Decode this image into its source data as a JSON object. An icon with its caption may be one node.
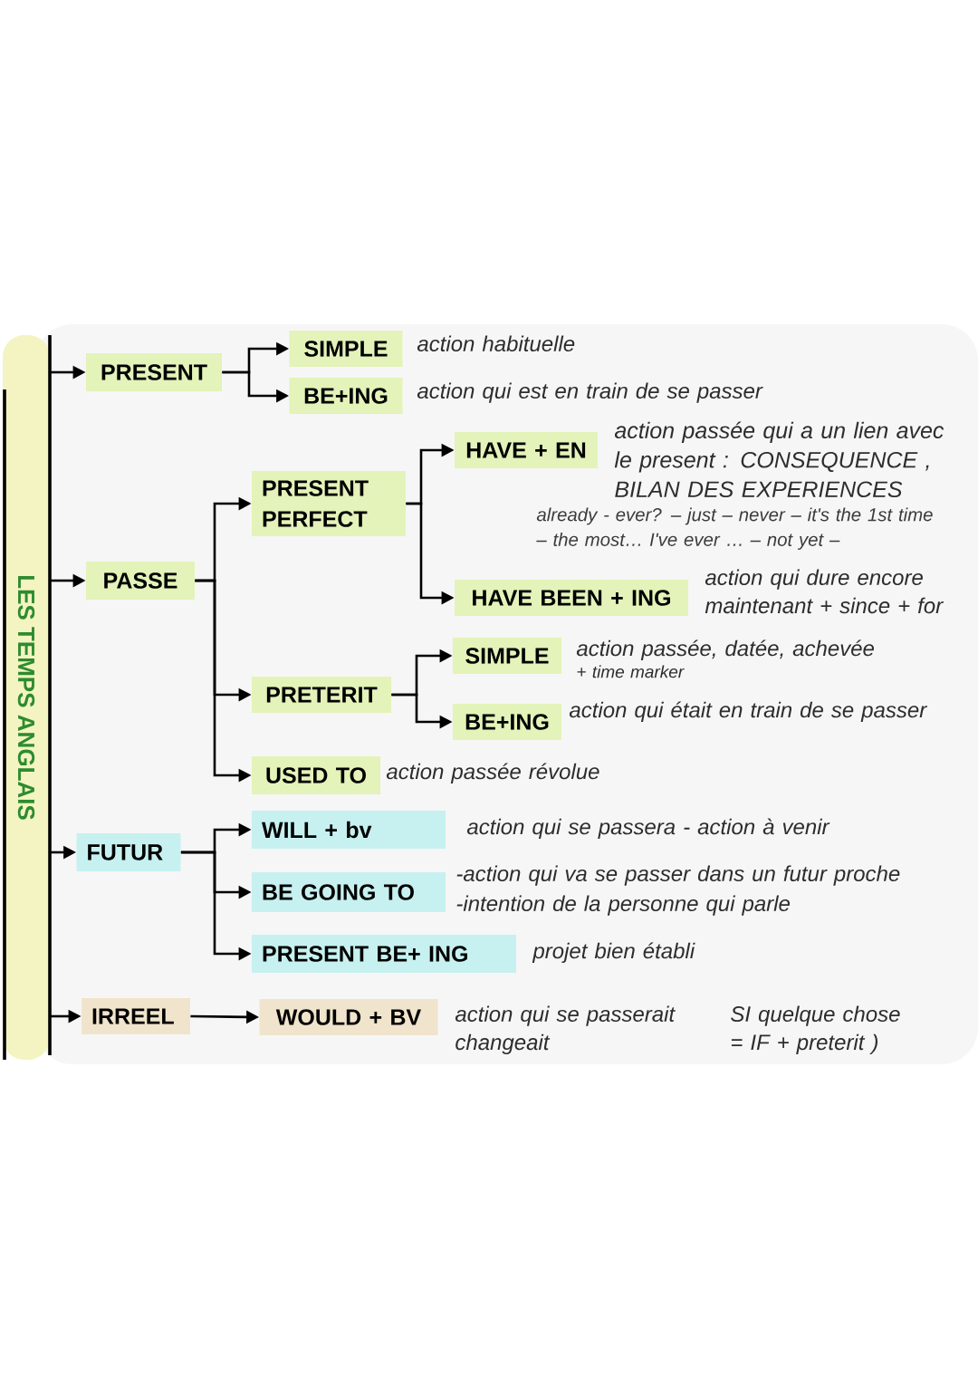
{
  "diagram": {
    "nodes": [
      {
        "text": [
          "LES TEMPS ANGLAIS"
        ]
      },
      {
        "text": [
          "PRESENT"
        ]
      },
      {
        "text": [
          "SIMPLE"
        ],
        "beside": [
          "action habituelle"
        ]
      },
      {
        "text": [
          "BE+ING"
        ],
        "beside": [
          "action qui est en train de se passer"
        ]
      },
      {
        "text": [
          "PASSE"
        ]
      },
      {
        "text": [
          "PRESENT PERFECT"
        ]
      },
      {
        "text": [
          "HAVE + EN"
        ],
        "beside": [
          "action passée qui a un lien avec le present : CONSEQUENCE , BILAN DES EXPERIENCES"
        ]
      },
      {
        "text": [
          "HAVE BEEN + ING"
        ],
        "beside": [
          "action qui dure encore maintenant + since + for"
        ]
      },
      {
        "text": [
          "PRETERIT"
        ]
      },
      {
        "text": [
          "SIMPLE"
        ],
        "beside": [
          "action passée, datée, achevée",
          "+ time marker"
        ]
      },
      {
        "text": [
          "BE+ING"
        ],
        "beside": [
          "action qui était en train de se passer"
        ]
      },
      {
        "text": [
          "USED TO"
        ],
        "beside": [
          "action passée révolue"
        ]
      },
      {
        "text": [
          "FUTUR"
        ]
      },
      {
        "text": [
          "WILL + bv"
        ],
        "beside": [
          "action qui se passera - action à venir"
        ]
      },
      {
        "text": [
          "BE GOING TO"
        ],
        "beside": [
          "-action qui va se passer dans un futur proche",
          "-intention de la personne qui parle"
        ]
      },
      {
        "text": [
          "PRESENT BE+ ING"
        ],
        "beside": [
          "projet bien établi"
        ]
      },
      {
        "text": [
          "IRREEL"
        ]
      },
      {
        "text": [
          "WOULD + BV"
        ],
        "beside": [
          "action qui se passerait changeait",
          "SI quelque chose = IF + preterit )"
        ]
      }
    ],
    "edges": [
      {
        "from": 0,
        "to": 1,
        "arrow": "to"
      },
      {
        "from": 0,
        "to": 4,
        "arrow": "to"
      },
      {
        "from": 0,
        "to": 12,
        "arrow": "to"
      },
      {
        "from": 0,
        "to": 16,
        "arrow": "to"
      },
      {
        "from": 1,
        "to": 2,
        "arrow": "to"
      },
      {
        "from": 1,
        "to": 3,
        "arrow": "to"
      },
      {
        "from": 4,
        "to": 5,
        "arrow": "to"
      },
      {
        "from": 4,
        "to": 8,
        "arrow": "to"
      },
      {
        "from": 4,
        "to": 11,
        "arrow": "to"
      },
      {
        "from": 5,
        "to": 6,
        "arrow": "to"
      },
      {
        "from": 5,
        "to": 7,
        "arrow": "to"
      },
      {
        "from": 8,
        "to": 9,
        "arrow": "to"
      },
      {
        "from": 8,
        "to": 10,
        "arrow": "to"
      },
      {
        "from": 12,
        "to": 13,
        "arrow": "to"
      },
      {
        "from": 12,
        "to": 14,
        "arrow": "to"
      },
      {
        "from": 12,
        "to": 15,
        "arrow": "to"
      },
      {
        "from": 16,
        "to": 17,
        "arrow": "to"
      }
    ],
    "labels": [
      "already - ever? – just – never – it's the 1st time – the most… I've ever … – not yet –"
    ]
  }
}
